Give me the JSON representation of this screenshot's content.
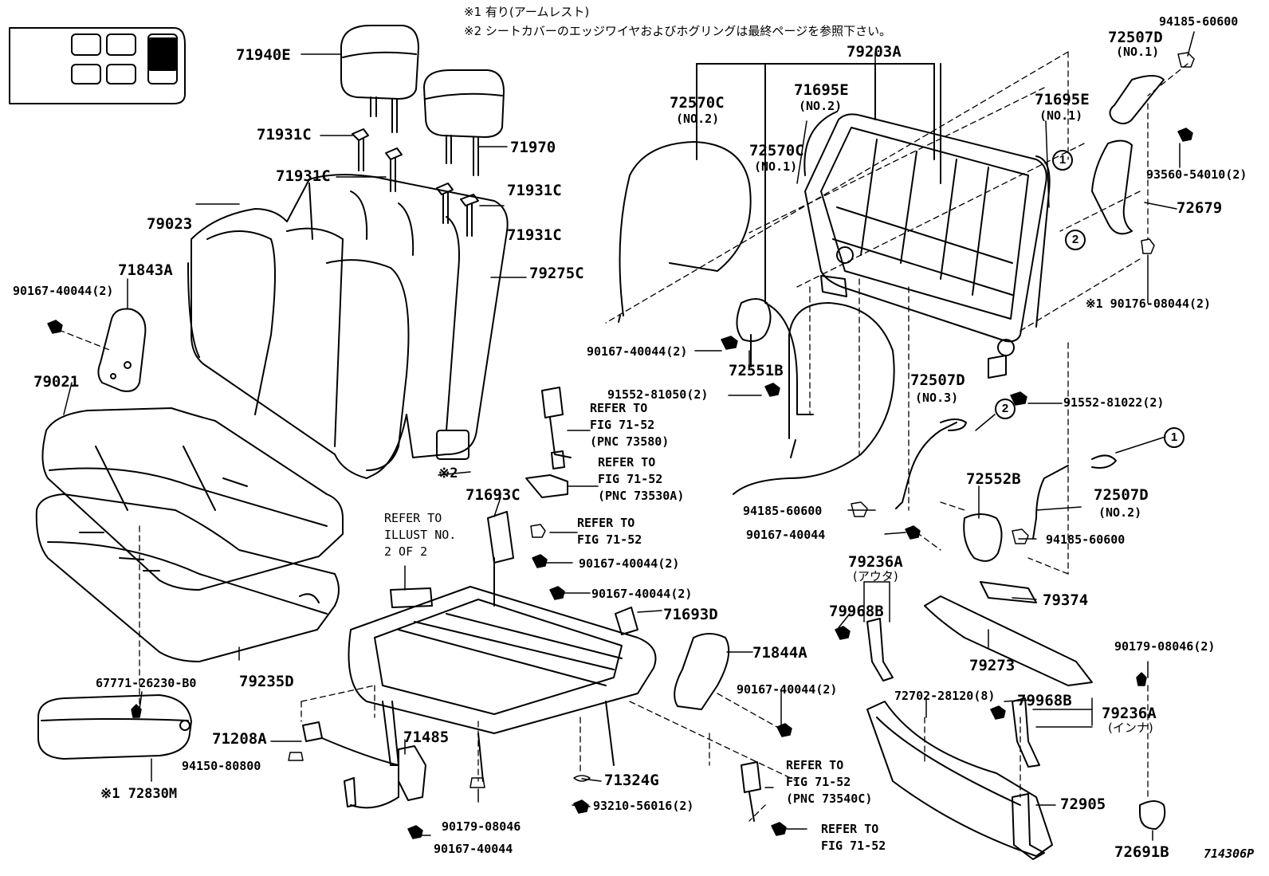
{
  "notes": [
    "※1 有り(アームレスト)",
    "※2 シートカバーのエッジワイヤおよびホグリングは最終ページを参照下さい。"
  ],
  "illustration_id": "714306P",
  "parts": {
    "p71940E": "71940E",
    "p71931C_a": "71931C",
    "p71931C_b": "71931C",
    "p71931C_c": "71931C",
    "p71931C_d": "71931C",
    "p71970": "71970",
    "p79023": "79023",
    "p79275C": "79275C",
    "p71843A": "71843A",
    "p90167_40044_2a": "90167-40044(2)",
    "p79021": "79021",
    "p67771": "67771-26230-B0",
    "p79235D": "79235D",
    "p72830M": "※1 72830M",
    "p71208A": "71208A",
    "p94150": "94150-80800",
    "p71485": "71485",
    "p90179_08046": "90179-08046",
    "p90167_40044_bot": "90167-40044",
    "p71324G": "71324G",
    "p93210": "93210-56016(2)",
    "p79203A": "79203A",
    "p72570C_2": "72570C",
    "p72570C_2_no": "(NO.2)",
    "p72570C_1": "72570C",
    "p72570C_1_no": "(NO.1)",
    "p71695E_2": "71695E",
    "p71695E_2_no": "(NO.2)",
    "p71695E_1": "71695E",
    "p71695E_1_no": "(NO.1)",
    "p90167_40044_2b": "90167-40044(2)",
    "p72551B": "72551B",
    "p91552_81050": "91552-81050(2)",
    "p94185_60600_top": "94185-60600",
    "p72507D_1": "72507D",
    "p72507D_1_no": "(NO.1)",
    "p93560": "93560-54010(2)",
    "p72679": "72679",
    "p90176": "※1 90176-08044(2)",
    "p91552_81022": "91552-81022(2)",
    "p72507D_3": "72507D",
    "p72507D_3_no": "(NO.3)",
    "p72552B": "72552B",
    "p94185_60600_mid": "94185-60600",
    "p90167_40044_mid": "90167-40044",
    "p72507D_2": "72507D",
    "p72507D_2_no": "(NO.2)",
    "p94185_60600_right": "94185-60600",
    "p71693C": "71693C",
    "p90167_40044_2c": "90167-40044(2)",
    "p90167_40044_2d": "90167-40044(2)",
    "p71693D": "71693D",
    "p71844A": "71844A",
    "p90167_40044_2e": "90167-40044(2)",
    "p79236A_out": "79236A",
    "p79236A_out_sub": "(アウタ)",
    "p79968B_a": "79968B",
    "p79374": "79374",
    "p79273": "79273",
    "p90179_08046_2": "90179-08046(2)",
    "p72702": "72702-28120(8)",
    "p79968B_b": "79968B",
    "p79236A_in": "79236A",
    "p79236A_in_sub": "(インナ)",
    "p72905": "72905",
    "p72691B": "72691B",
    "p_note2": "※2"
  },
  "refs": {
    "r1": [
      "REFER TO",
      "FIG 71-52",
      "(PNC 73580)"
    ],
    "r2": [
      "REFER TO",
      "FIG 71-52",
      "(PNC 73530A)"
    ],
    "r3": [
      "REFER TO",
      "FIG 71-52"
    ],
    "r4": [
      "REFER TO",
      "FIG 71-52",
      "(PNC 73540C)"
    ],
    "r5": [
      "REFER TO",
      "FIG 71-52"
    ],
    "illust": [
      "REFER TO",
      "ILLUST NO.",
      "2 OF 2"
    ]
  },
  "markers": {
    "m1": "1",
    "m2": "2"
  }
}
